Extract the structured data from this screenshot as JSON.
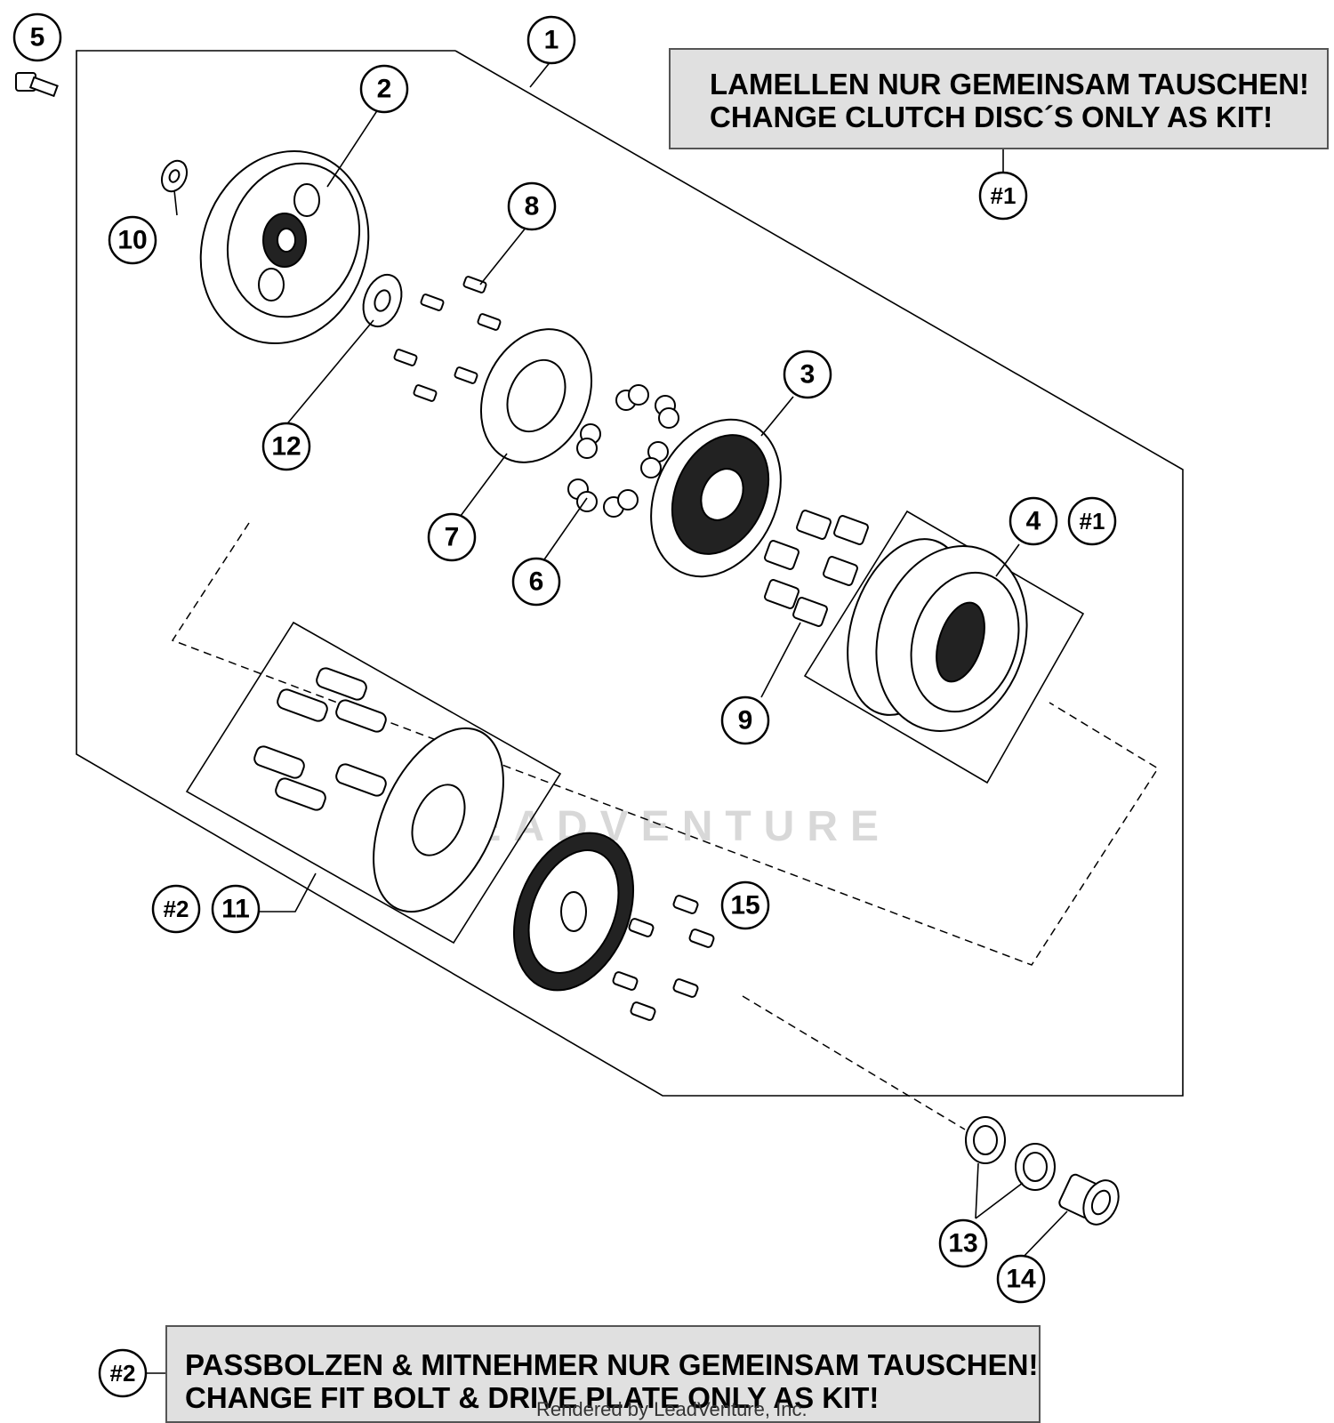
{
  "notes": {
    "kit1": {
      "line1": "LAMELLEN NUR GEMEINSAM TAUSCHEN!",
      "line2": "CHANGE CLUTCH DISC´S ONLY AS KIT!"
    },
    "kit2": {
      "line1": "PASSBOLZEN & MITNEHMER NUR GEMEINSAM TAUSCHEN!",
      "line2": "CHANGE FIT BOLT & DRIVE PLATE ONLY AS KIT!"
    }
  },
  "callouts": {
    "c1": "1",
    "c2": "2",
    "c3": "3",
    "c4": "4",
    "c5": "5",
    "c6": "6",
    "c7": "7",
    "c8": "8",
    "c9": "9",
    "c10": "10",
    "c11": "11",
    "c12": "12",
    "c13": "13",
    "c14": "14",
    "c15": "15",
    "kit1_top": "#1",
    "kit1_part4": "#1",
    "kit2_part11": "#2",
    "kit2_note": "#2"
  },
  "watermark": "LEADVENTURE",
  "footer": "Rendered by LeadVenture, Inc."
}
